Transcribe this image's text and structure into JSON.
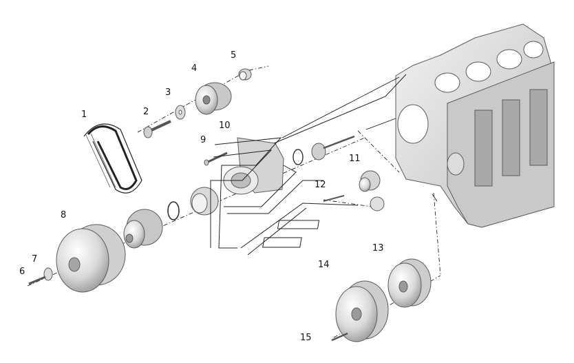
{
  "callouts": [
    "1",
    "2",
    "3",
    "4",
    "5",
    "6",
    "7",
    "8",
    "9",
    "10",
    "11",
    "12",
    "13",
    "14",
    "15"
  ],
  "colors": {
    "background": "#ffffff",
    "line": "#222222",
    "part_fill": "#e6e6e6",
    "part_shade": "#b8b8b8"
  }
}
